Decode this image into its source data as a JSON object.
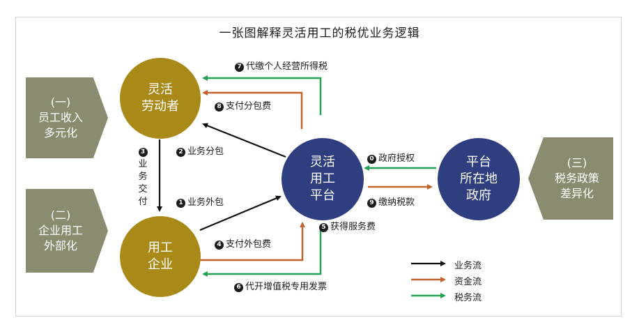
{
  "title": "一张图解释灵活用工的税优业务逻辑",
  "nodes": {
    "worker": [
      "灵活",
      "劳动者"
    ],
    "enterprise": [
      "用工",
      "企业"
    ],
    "platform": [
      "灵活",
      "用工",
      "平台"
    ],
    "government": [
      "平台",
      "所在地",
      "政府"
    ]
  },
  "sides": {
    "left_top": [
      "(一)",
      "员工收入",
      "多元化"
    ],
    "left_bottom": [
      "(二)",
      "企业用工",
      "外部化"
    ],
    "right": [
      "(三)",
      "税务政策",
      "差异化"
    ]
  },
  "flows": {
    "f0": {
      "num": "0",
      "text": "政府授权"
    },
    "f1": {
      "num": "1",
      "text": "业务外包"
    },
    "f2": {
      "num": "2",
      "text": "业务分包"
    },
    "f3": {
      "num": "3",
      "chars": [
        "业",
        "务",
        "交",
        "付"
      ]
    },
    "f4": {
      "num": "4",
      "text": "支付外包费"
    },
    "f5": {
      "num": "5",
      "text": "获得服务费"
    },
    "f6": {
      "num": "6",
      "text": "代开增值税专用发票"
    },
    "f7": {
      "num": "7",
      "text": "代缴个人经营所得税"
    },
    "f8": {
      "num": "8",
      "text": "支付分包费"
    },
    "f9": {
      "num": "9",
      "text": "缴纳税款"
    }
  },
  "legend": [
    {
      "text": "业务流",
      "color": "#111111"
    },
    {
      "text": "资金流",
      "color": "#c0642f"
    },
    {
      "text": "税务流",
      "color": "#23a157"
    }
  ]
}
